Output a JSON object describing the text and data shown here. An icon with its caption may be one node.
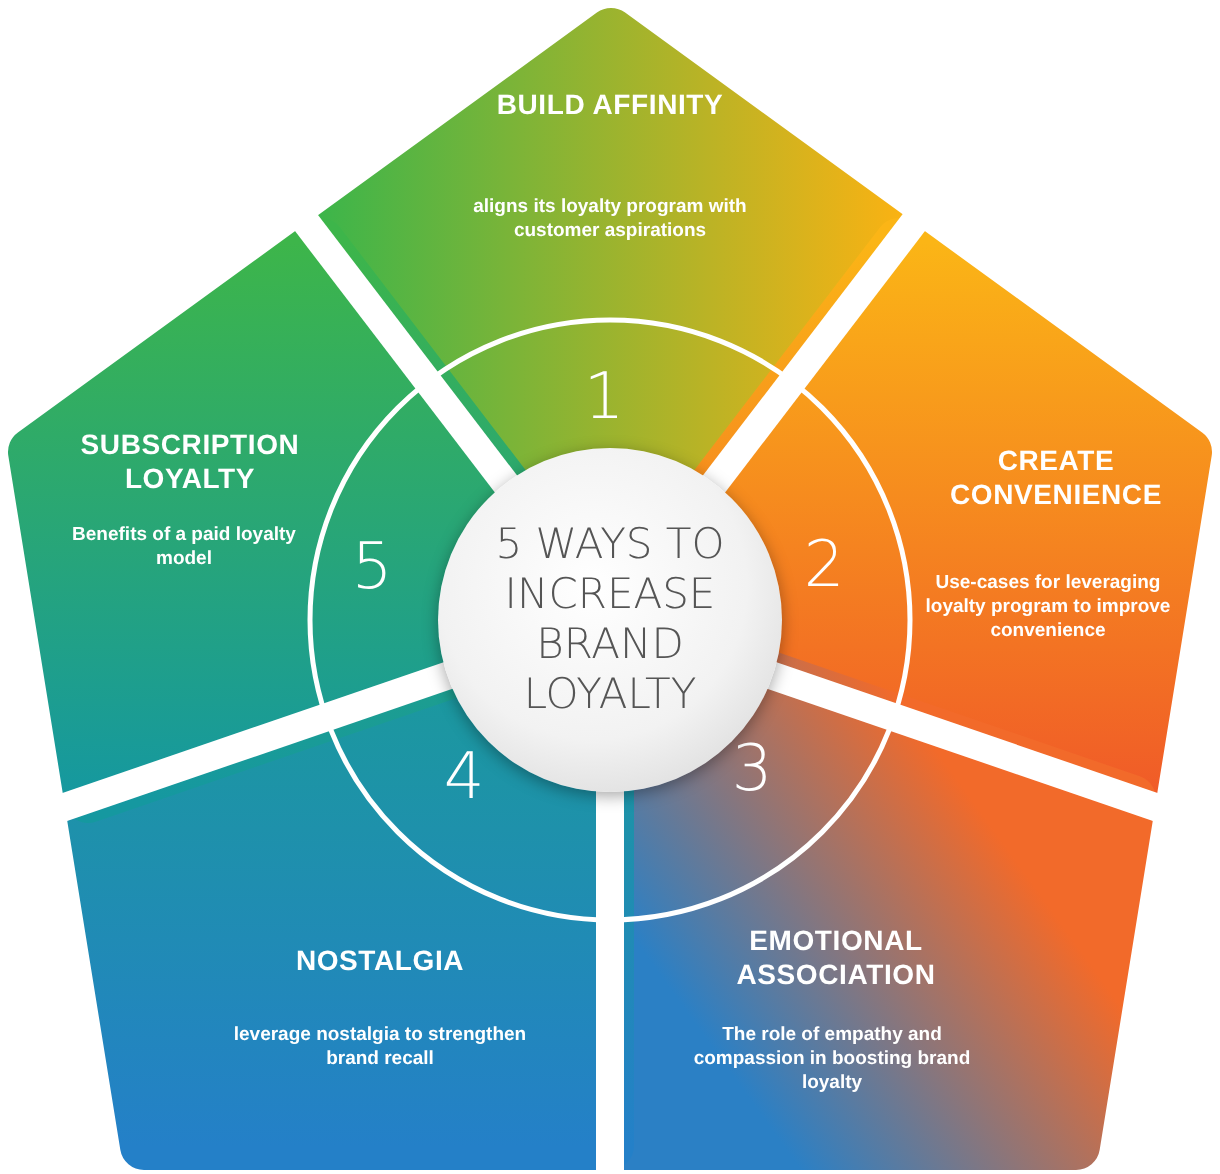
{
  "diagram": {
    "nodes": [
      {
        "text": [
          "5 WAYS TO INCREASE BRAND LOYALTY"
        ]
      },
      {
        "text": [
          "BUILD AFFINITY",
          "aligns its loyalty program with customer aspirations"
        ]
      },
      {
        "text": [
          "CREATE CONVENIENCE",
          "Use-cases for leveraging loyalty program to improve convenience"
        ]
      },
      {
        "text": [
          "EMOTIONAL ASSOCIATION",
          "The role of empathy and compassion in boosting brand loyalty"
        ]
      },
      {
        "text": [
          "NOSTALGIA",
          "leverage nostalgia to strengthen brand recall"
        ]
      },
      {
        "text": [
          "SUBSCRIPTION LOYALTY",
          "Benefits of a paid loyalty model"
        ]
      }
    ],
    "labels": [
      "1",
      "2",
      "3",
      "4",
      "5"
    ]
  }
}
